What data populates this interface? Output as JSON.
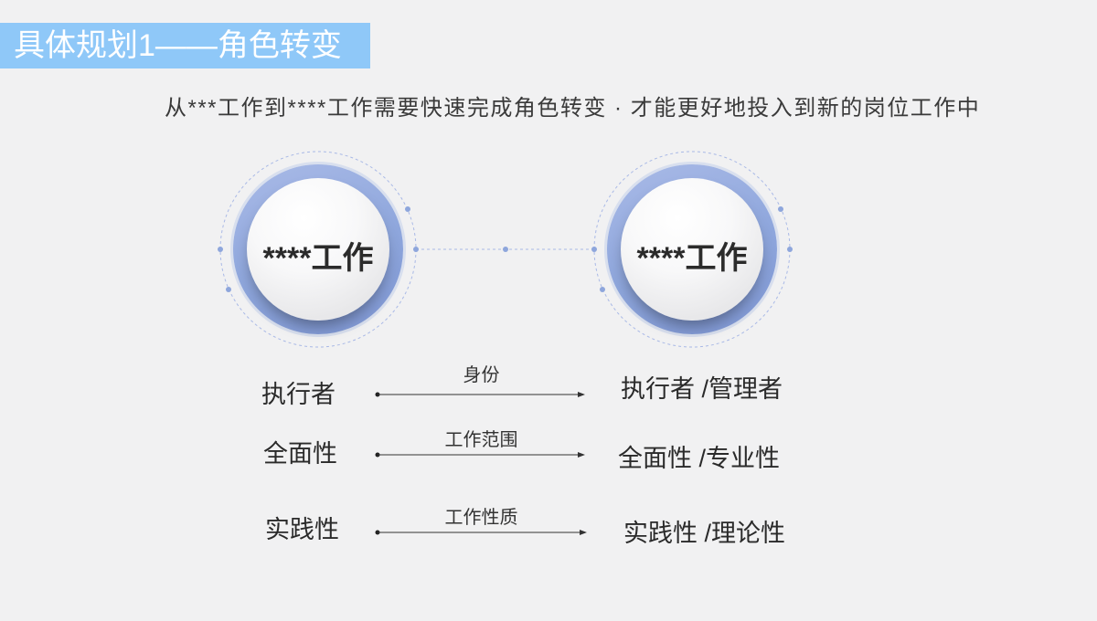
{
  "slide": {
    "title": "具体规划1——角色转变",
    "subtitle": "从***工作到****工作需要快速完成角色转变 · 才能更好地投入到新的岗位工作中"
  },
  "circles": [
    {
      "label": "****工作"
    },
    {
      "label": "****工作"
    }
  ],
  "rows": [
    {
      "from": "执行者",
      "relation": "身份",
      "to": "执行者 /管理者"
    },
    {
      "from": "全面性",
      "relation": "工作范围",
      "to": "全面性 /专业性"
    },
    {
      "from": "实践性",
      "relation": "工作性质",
      "to": "实践性 /理论性"
    }
  ],
  "colors": {
    "background": "#f1f1f2",
    "title_banner": "#8fc8f8",
    "title_text": "#ffffff",
    "ring": "#8ea6dc",
    "dashed_outline": "#a9b9e6",
    "text": "#333333"
  }
}
